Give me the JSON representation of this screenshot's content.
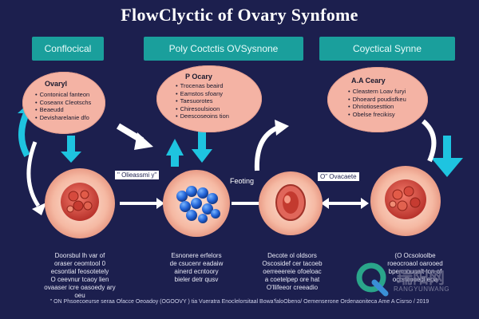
{
  "title": "FlowClyctic of Ovary Synfome",
  "banners": [
    "Conflocical",
    "Poly Coctctis OVSysnone",
    "Coyctical Synne"
  ],
  "ovals": [
    {
      "heading": "Ovaryl",
      "items": [
        "Contonical fanteon",
        "Coseanx Cleotschs",
        "Beaeudd",
        "Devisharelanie dfo"
      ]
    },
    {
      "heading": "P Ocary",
      "items": [
        "Trocenas beaird",
        "Eamstos sfoany",
        "Taesuorotes",
        "Chiresoulsioon",
        "Deescoseoins tion"
      ]
    },
    {
      "heading": "A.A Ceary",
      "items": [
        "Cleastern Loav furyi",
        "Dhoeard poudisfkeu",
        "Dhriotiosesttion",
        "Obelse frecikisy"
      ]
    }
  ],
  "labels": {
    "oocyte": "\" Olieassmi y\"",
    "feeding": "Feoting",
    "ovarie": "O\" Ovacaete"
  },
  "captions": [
    [
      "Doorsbul lh var of",
      "oraser ceomtool 0",
      "ecsontial feosotetely",
      "O ceevnur tcaoy lien",
      "ovaaser icre oasoedy ary",
      "oeu"
    ],
    [
      "Esnonere erfelors",
      "de csucenr eadaiw",
      "ainerd ecntoory",
      "bieler detr qusv"
    ],
    [
      "Decote ol oldsors",
      "Oscosidef cer tacoeb",
      "oerreeereie ofoeloac",
      "a coetelpep ore hat",
      "O'llifeeor creeadio"
    ],
    [
      "(O Ocsoloolbe",
      "roeocroaol oarooed",
      "bpermouoalt ton of",
      "ocrstitouedl eoa"
    ]
  ],
  "footer": "\" ON Phsoecoeurse seraa Ofacce Oeoadoy (OGOOVY ) tia Vueratra Enoclelorsitaal  Bowa'faloObeno/ Oemenserone  Ordenaoniteca  Ame A Cisrso  / 2019",
  "watermark": {
    "latin": "RANGYUNWANG",
    "cjk": "瑞阳网"
  },
  "colors": {
    "background": "#1c1f4e",
    "banner": "#1a9f9c",
    "oval": "#f4b3a4",
    "arrow_cyan": "#1ec4e0",
    "cyst_blue": "#1f5fd6"
  }
}
